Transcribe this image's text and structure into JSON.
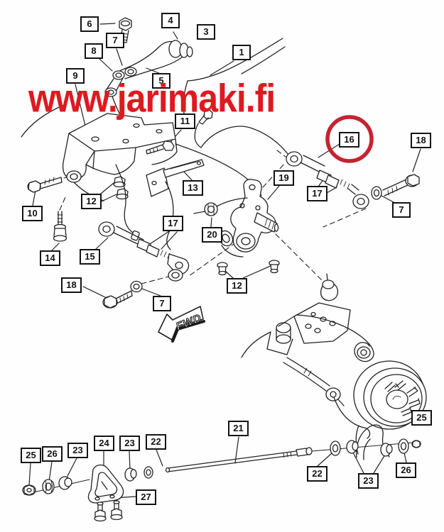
{
  "watermark": {
    "text": "www.jarimaki.fi",
    "color": "#e01920"
  },
  "highlight_circle": {
    "around_part": "16",
    "color": "#c32430"
  },
  "fwd_arrow": {
    "label": "FWD"
  },
  "colors": {
    "background": "#fefefe",
    "line_art": "#222222",
    "callout_border": "#131313"
  },
  "callouts": [
    "6",
    "7",
    "4",
    "3",
    "1",
    "8",
    "9",
    "5",
    "11",
    "16",
    "18",
    "19",
    "17",
    "7",
    "13",
    "10",
    "12",
    "17",
    "20",
    "14",
    "15",
    "18",
    "7",
    "12",
    "25",
    "21",
    "25",
    "26",
    "23",
    "24",
    "23",
    "22",
    "27",
    "22",
    "23",
    "26"
  ]
}
